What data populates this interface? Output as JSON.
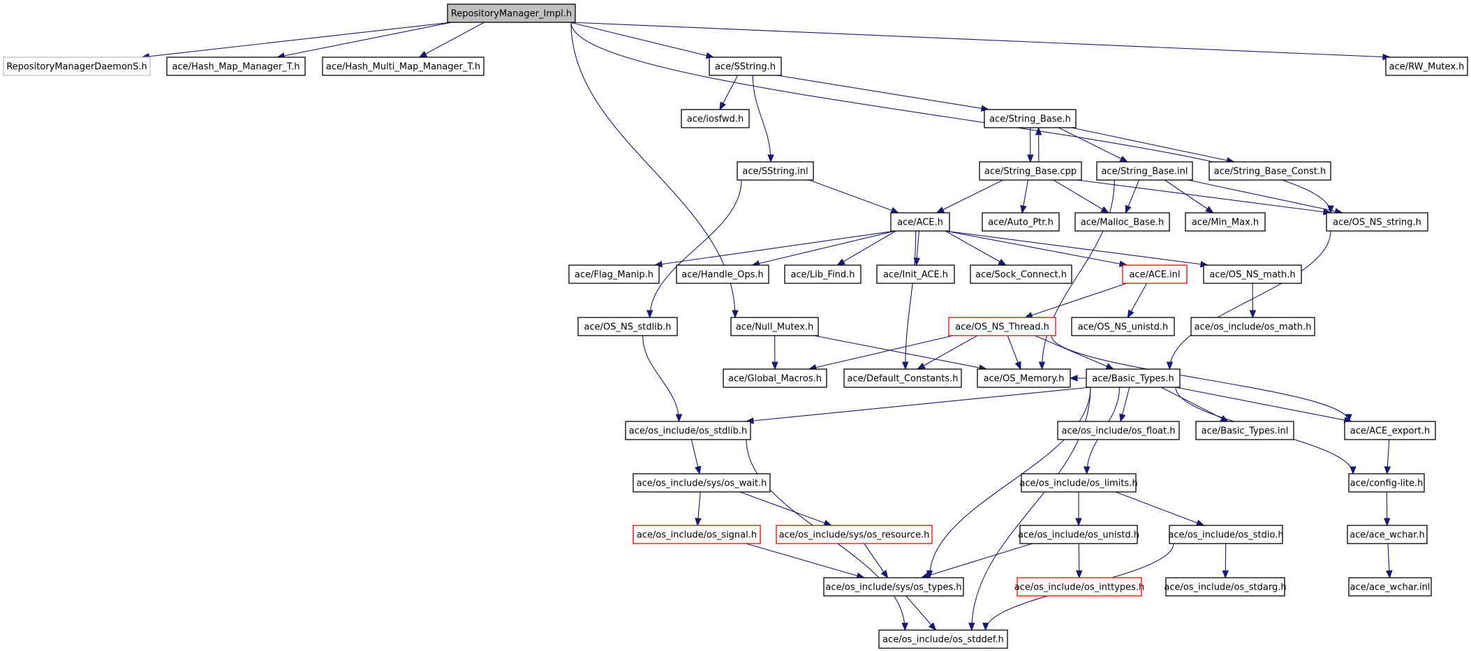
{
  "title": "RepositoryManager_Impl.h include dependency graph",
  "colors": {
    "edge": "#191970",
    "root_fill": "#bfbfbf",
    "node_border": "#000000",
    "missing_border": "#bfbfbf",
    "truncated_border": "#ff0000"
  },
  "nodes": [
    {
      "id": "root",
      "label": "RepositoryManager_Impl.h",
      "style": "root"
    },
    {
      "id": "daemons",
      "label": "RepositoryManagerDaemonS.h",
      "style": "missing"
    },
    {
      "id": "hashmap",
      "label": "ace/Hash_Map_Manager_T.h",
      "style": "normal"
    },
    {
      "id": "hashmulti",
      "label": "ace/Hash_Multi_Map_Manager_T.h",
      "style": "normal"
    },
    {
      "id": "sstring_h",
      "label": "ace/SString.h",
      "style": "normal"
    },
    {
      "id": "rwmutex",
      "label": "ace/RW_Mutex.h",
      "style": "normal"
    },
    {
      "id": "iosfwd",
      "label": "ace/iosfwd.h",
      "style": "normal"
    },
    {
      "id": "stringbase_h",
      "label": "ace/String_Base.h",
      "style": "normal"
    },
    {
      "id": "sstring_inl",
      "label": "ace/SString.inl",
      "style": "normal"
    },
    {
      "id": "stringbase_cpp",
      "label": "ace/String_Base.cpp",
      "style": "normal"
    },
    {
      "id": "stringbase_inl",
      "label": "ace/String_Base.inl",
      "style": "normal"
    },
    {
      "id": "stringbase_const",
      "label": "ace/String_Base_Const.h",
      "style": "normal"
    },
    {
      "id": "ace_h",
      "label": "ace/ACE.h",
      "style": "normal"
    },
    {
      "id": "autoptr",
      "label": "ace/Auto_Ptr.h",
      "style": "normal"
    },
    {
      "id": "mallocbase",
      "label": "ace/Malloc_Base.h",
      "style": "normal"
    },
    {
      "id": "minmax",
      "label": "ace/Min_Max.h",
      "style": "normal"
    },
    {
      "id": "osnsstring",
      "label": "ace/OS_NS_string.h",
      "style": "normal"
    },
    {
      "id": "flagmanip",
      "label": "ace/Flag_Manip.h",
      "style": "normal"
    },
    {
      "id": "handleops",
      "label": "ace/Handle_Ops.h",
      "style": "normal"
    },
    {
      "id": "libfind",
      "label": "ace/Lib_Find.h",
      "style": "normal"
    },
    {
      "id": "initace",
      "label": "ace/Init_ACE.h",
      "style": "normal"
    },
    {
      "id": "sockconnect",
      "label": "ace/Sock_Connect.h",
      "style": "normal"
    },
    {
      "id": "ace_inl",
      "label": "ace/ACE.inl",
      "style": "truncated"
    },
    {
      "id": "osnsmath",
      "label": "ace/OS_NS_math.h",
      "style": "normal"
    },
    {
      "id": "osnsstdlib",
      "label": "ace/OS_NS_stdlib.h",
      "style": "normal"
    },
    {
      "id": "nullmutex",
      "label": "ace/Null_Mutex.h",
      "style": "normal"
    },
    {
      "id": "osnsthread",
      "label": "ace/OS_NS_Thread.h",
      "style": "truncated"
    },
    {
      "id": "osnsunistd",
      "label": "ace/OS_NS_unistd.h",
      "style": "normal"
    },
    {
      "id": "osmath",
      "label": "ace/os_include/os_math.h",
      "style": "normal"
    },
    {
      "id": "globalmacros",
      "label": "ace/Global_Macros.h",
      "style": "normal"
    },
    {
      "id": "defaultconst",
      "label": "ace/Default_Constants.h",
      "style": "normal"
    },
    {
      "id": "osmemory",
      "label": "ace/OS_Memory.h",
      "style": "normal"
    },
    {
      "id": "basictypes_h",
      "label": "ace/Basic_Types.h",
      "style": "normal"
    },
    {
      "id": "osstdlib",
      "label": "ace/os_include/os_stdlib.h",
      "style": "normal"
    },
    {
      "id": "osfloat",
      "label": "ace/os_include/os_float.h",
      "style": "normal"
    },
    {
      "id": "basictypes_inl",
      "label": "ace/Basic_Types.inl",
      "style": "normal"
    },
    {
      "id": "aceexport",
      "label": "ace/ACE_export.h",
      "style": "normal"
    },
    {
      "id": "oswait",
      "label": "ace/os_include/sys/os_wait.h",
      "style": "normal"
    },
    {
      "id": "oslimits",
      "label": "ace/os_include/os_limits.h",
      "style": "normal"
    },
    {
      "id": "configlite",
      "label": "ace/config-lite.h",
      "style": "normal"
    },
    {
      "id": "ossignal",
      "label": "ace/os_include/os_signal.h",
      "style": "truncated"
    },
    {
      "id": "osresource",
      "label": "ace/os_include/sys/os_resource.h",
      "style": "truncated"
    },
    {
      "id": "osunistd",
      "label": "ace/os_include/os_unistd.h",
      "style": "normal"
    },
    {
      "id": "osstdio",
      "label": "ace/os_include/os_stdio.h",
      "style": "normal"
    },
    {
      "id": "acewchar_h",
      "label": "ace/ace_wchar.h",
      "style": "normal"
    },
    {
      "id": "ostypes",
      "label": "ace/os_include/sys/os_types.h",
      "style": "normal"
    },
    {
      "id": "osinttypes",
      "label": "ace/os_include/os_inttypes.h",
      "style": "truncated"
    },
    {
      "id": "osstdarg",
      "label": "ace/os_include/os_stdarg.h",
      "style": "normal"
    },
    {
      "id": "acewchar_inl",
      "label": "ace/ace_wchar.inl",
      "style": "normal"
    },
    {
      "id": "osstddef",
      "label": "ace/os_include/os_stddef.h",
      "style": "normal"
    }
  ],
  "edges": [
    [
      "root",
      "daemons"
    ],
    [
      "root",
      "hashmap"
    ],
    [
      "root",
      "hashmulti"
    ],
    [
      "root",
      "sstring_h"
    ],
    [
      "root",
      "rwmutex"
    ],
    [
      "root",
      "osnsstring"
    ],
    [
      "root",
      "nullmutex"
    ],
    [
      "sstring_h",
      "iosfwd"
    ],
    [
      "sstring_h",
      "sstring_inl"
    ],
    [
      "sstring_h",
      "stringbase_h"
    ],
    [
      "stringbase_h",
      "stringbase_cpp"
    ],
    [
      "stringbase_cpp",
      "stringbase_h"
    ],
    [
      "stringbase_h",
      "stringbase_inl"
    ],
    [
      "stringbase_h",
      "stringbase_const"
    ],
    [
      "sstring_inl",
      "ace_h"
    ],
    [
      "sstring_inl",
      "osnsstdlib"
    ],
    [
      "stringbase_cpp",
      "ace_h"
    ],
    [
      "stringbase_cpp",
      "autoptr"
    ],
    [
      "stringbase_cpp",
      "mallocbase"
    ],
    [
      "stringbase_cpp",
      "osnsstring"
    ],
    [
      "stringbase_inl",
      "mallocbase"
    ],
    [
      "stringbase_inl",
      "minmax"
    ],
    [
      "stringbase_inl",
      "osnsstring"
    ],
    [
      "stringbase_inl",
      "osmemory"
    ],
    [
      "ace_h",
      "flagmanip"
    ],
    [
      "ace_h",
      "handleops"
    ],
    [
      "ace_h",
      "libfind"
    ],
    [
      "ace_h",
      "initace"
    ],
    [
      "ace_h",
      "sockconnect"
    ],
    [
      "ace_h",
      "ace_inl"
    ],
    [
      "ace_h",
      "osnsmath"
    ],
    [
      "ace_h",
      "defaultconst"
    ],
    [
      "ace_inl",
      "osnsthread"
    ],
    [
      "ace_inl",
      "osnsunistd"
    ],
    [
      "osnsmath",
      "osmath"
    ],
    [
      "osnsstring",
      "basictypes_h"
    ],
    [
      "osnsstdlib",
      "osstdlib"
    ],
    [
      "nullmutex",
      "globalmacros"
    ],
    [
      "nullmutex",
      "osmemory"
    ],
    [
      "osnsthread",
      "globalmacros"
    ],
    [
      "osnsthread",
      "defaultconst"
    ],
    [
      "osnsthread",
      "osmemory"
    ],
    [
      "osnsthread",
      "basictypes_h"
    ],
    [
      "osnsthread",
      "aceexport"
    ],
    [
      "basictypes_h",
      "osmemory"
    ],
    [
      "basictypes_h",
      "osstdlib"
    ],
    [
      "basictypes_h",
      "osfloat"
    ],
    [
      "basictypes_h",
      "basictypes_inl"
    ],
    [
      "basictypes_h",
      "aceexport"
    ],
    [
      "basictypes_h",
      "configlite"
    ],
    [
      "basictypes_h",
      "oslimits"
    ],
    [
      "basictypes_h",
      "ostypes"
    ],
    [
      "basictypes_h",
      "osstddef"
    ],
    [
      "osstdlib",
      "oswait"
    ],
    [
      "osstdlib",
      "osstddef"
    ],
    [
      "oswait",
      "ossignal"
    ],
    [
      "oswait",
      "osresource"
    ],
    [
      "ossignal",
      "ostypes"
    ],
    [
      "osresource",
      "ostypes"
    ],
    [
      "aceexport",
      "configlite"
    ],
    [
      "configlite",
      "acewchar_h"
    ],
    [
      "acewchar_h",
      "acewchar_inl"
    ],
    [
      "oslimits",
      "osunistd"
    ],
    [
      "oslimits",
      "osstdio"
    ],
    [
      "osunistd",
      "ostypes"
    ],
    [
      "osunistd",
      "osinttypes"
    ],
    [
      "osstdio",
      "osstdarg"
    ],
    [
      "osstdio",
      "osstddef"
    ],
    [
      "ostypes",
      "osstddef"
    ]
  ]
}
